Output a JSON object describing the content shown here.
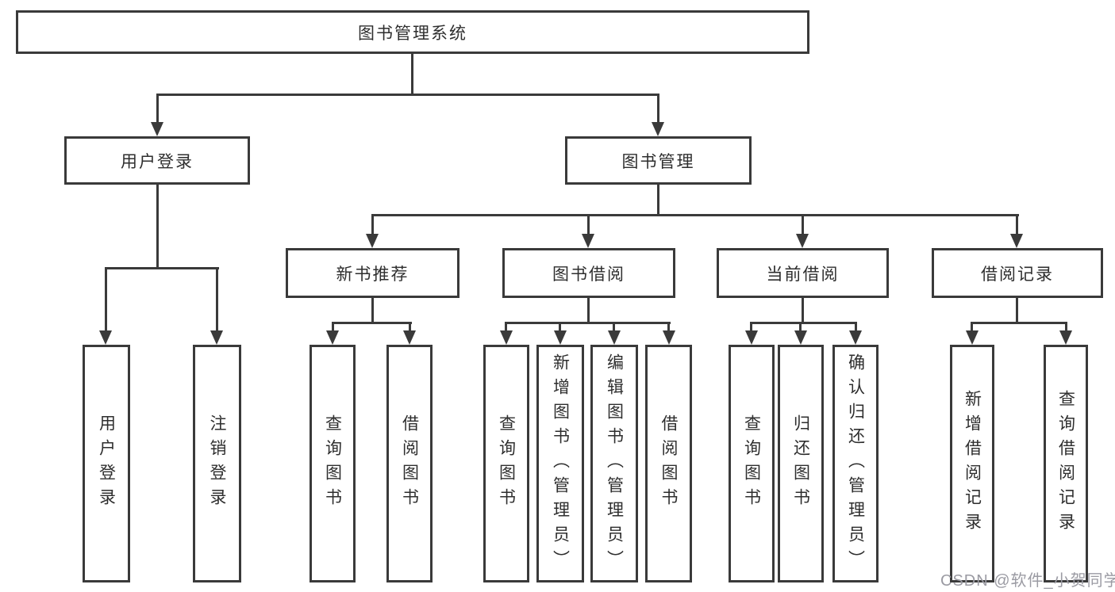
{
  "diagram": {
    "root": {
      "label": "图书管理系统"
    },
    "level2": [
      {
        "label": "用户登录"
      },
      {
        "label": "图书管理"
      }
    ],
    "level3": [
      {
        "label": "新书推荐"
      },
      {
        "label": "图书借阅"
      },
      {
        "label": "当前借阅"
      },
      {
        "label": "借阅记录"
      }
    ],
    "leaves": {
      "userLogin": [
        {
          "label": "用户登录"
        },
        {
          "label": "注销登录"
        }
      ],
      "newBooks": [
        {
          "label": "查询图书"
        },
        {
          "label": "借阅图书"
        }
      ],
      "bookBorrow": [
        {
          "label": "查询图书"
        },
        {
          "label": "新增图书（管理员）"
        },
        {
          "label": "编辑图书（管理员）"
        },
        {
          "label": "借阅图书"
        }
      ],
      "currentBorrow": [
        {
          "label": "查询图书"
        },
        {
          "label": "归还图书"
        },
        {
          "label": "确认归还（管理员）"
        }
      ],
      "borrowRecords": [
        {
          "label": "新增借阅记录"
        },
        {
          "label": "查询借阅记录"
        }
      ]
    },
    "watermark": "CSDN @软件_小贺同学",
    "colors": {
      "line": "#3a3a3a",
      "box_border": "#3a3a3a",
      "text": "#2e2e2e",
      "watermark": "#9b9ba3",
      "background": "#ffffff"
    }
  }
}
